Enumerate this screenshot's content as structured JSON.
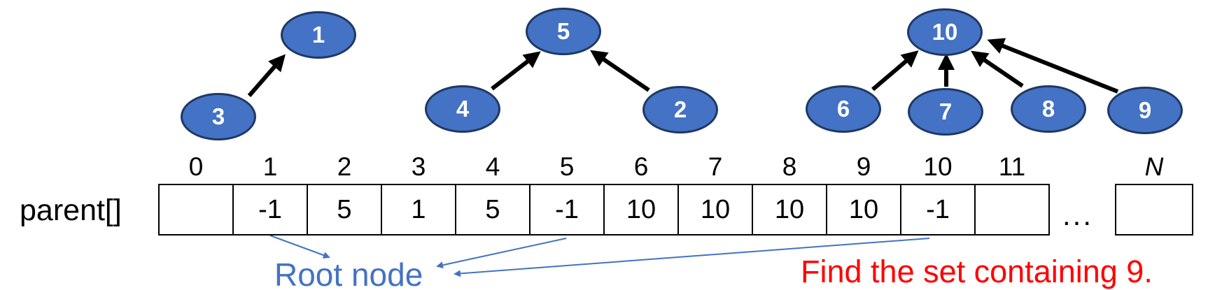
{
  "diagram": {
    "forest": {
      "node_labels": [
        "1",
        "2",
        "3",
        "4",
        "5",
        "6",
        "7",
        "8",
        "9",
        "10"
      ],
      "edges": [
        {
          "from": "3",
          "to": "1"
        },
        {
          "from": "4",
          "to": "5"
        },
        {
          "from": "2",
          "to": "5"
        },
        {
          "from": "6",
          "to": "10"
        },
        {
          "from": "7",
          "to": "10"
        },
        {
          "from": "8",
          "to": "10"
        },
        {
          "from": "9",
          "to": "10"
        }
      ]
    },
    "array": {
      "label": "parent[]",
      "indices": [
        "0",
        "1",
        "2",
        "3",
        "4",
        "5",
        "6",
        "7",
        "8",
        "9",
        "10",
        "11"
      ],
      "values": [
        "",
        "-1",
        "5",
        "1",
        "5",
        "-1",
        "10",
        "10",
        "10",
        "10",
        "-1",
        ""
      ],
      "ellipsis": "...",
      "n_index_label": "N",
      "n_value": ""
    },
    "annotations": {
      "root_node": "Root node",
      "find_set": "Find the set containing 9."
    },
    "colors": {
      "node_fill": "#4472C4",
      "node_border": "#1F3864",
      "annotation_blue": "#4472C4",
      "annotation_red": "#FF0000",
      "arrow_black": "#000000"
    }
  }
}
